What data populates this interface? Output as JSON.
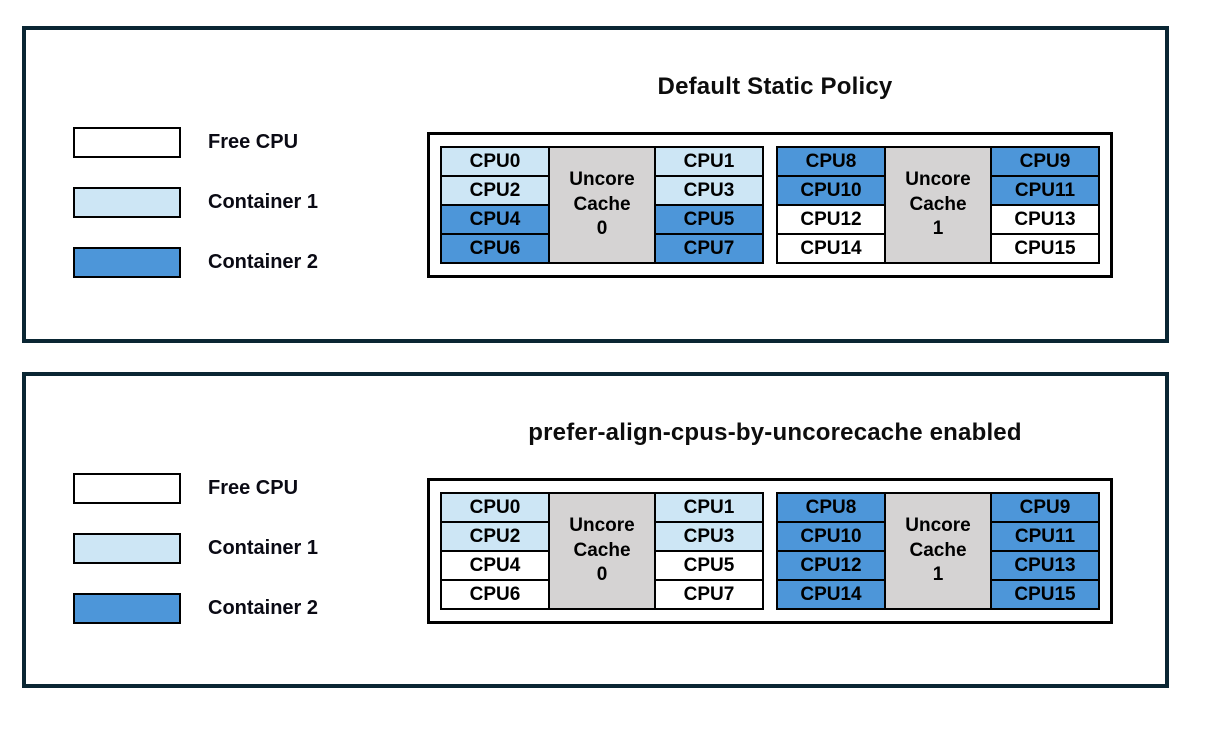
{
  "colors": {
    "free_cpu": "#ffffff",
    "container1": "#cde6f5",
    "container2": "#4d96d9",
    "uncore_cache": "#d5d3d3",
    "panel_border": "#0a2633"
  },
  "legend": {
    "items": [
      {
        "label": "Free CPU",
        "owner": "free"
      },
      {
        "label": "Container 1",
        "owner": "container1"
      },
      {
        "label": "Container 2",
        "owner": "container2"
      }
    ]
  },
  "panels": [
    {
      "title": "Default Static Policy",
      "diagram": {
        "groups": [
          {
            "uncore_lines": [
              "Uncore",
              "Cache",
              "0"
            ],
            "left": [
              {
                "label": "CPU0",
                "owner": "container1"
              },
              {
                "label": "CPU2",
                "owner": "container1"
              },
              {
                "label": "CPU4",
                "owner": "container2"
              },
              {
                "label": "CPU6",
                "owner": "container2"
              }
            ],
            "right": [
              {
                "label": "CPU1",
                "owner": "container1"
              },
              {
                "label": "CPU3",
                "owner": "container1"
              },
              {
                "label": "CPU5",
                "owner": "container2"
              },
              {
                "label": "CPU7",
                "owner": "container2"
              }
            ]
          },
          {
            "uncore_lines": [
              "Uncore",
              "Cache",
              "1"
            ],
            "left": [
              {
                "label": "CPU8",
                "owner": "container2"
              },
              {
                "label": "CPU10",
                "owner": "container2"
              },
              {
                "label": "CPU12",
                "owner": "free"
              },
              {
                "label": "CPU14",
                "owner": "free"
              }
            ],
            "right": [
              {
                "label": "CPU9",
                "owner": "container2"
              },
              {
                "label": "CPU11",
                "owner": "container2"
              },
              {
                "label": "CPU13",
                "owner": "free"
              },
              {
                "label": "CPU15",
                "owner": "free"
              }
            ]
          }
        ]
      }
    },
    {
      "title": "prefer-align-cpus-by-uncorecache enabled",
      "diagram": {
        "groups": [
          {
            "uncore_lines": [
              "Uncore",
              "Cache",
              "0"
            ],
            "left": [
              {
                "label": "CPU0",
                "owner": "container1"
              },
              {
                "label": "CPU2",
                "owner": "container1"
              },
              {
                "label": "CPU4",
                "owner": "free"
              },
              {
                "label": "CPU6",
                "owner": "free"
              }
            ],
            "right": [
              {
                "label": "CPU1",
                "owner": "container1"
              },
              {
                "label": "CPU3",
                "owner": "container1"
              },
              {
                "label": "CPU5",
                "owner": "free"
              },
              {
                "label": "CPU7",
                "owner": "free"
              }
            ]
          },
          {
            "uncore_lines": [
              "Uncore",
              "Cache",
              "1"
            ],
            "left": [
              {
                "label": "CPU8",
                "owner": "container2"
              },
              {
                "label": "CPU10",
                "owner": "container2"
              },
              {
                "label": "CPU12",
                "owner": "container2"
              },
              {
                "label": "CPU14",
                "owner": "container2"
              }
            ],
            "right": [
              {
                "label": "CPU9",
                "owner": "container2"
              },
              {
                "label": "CPU11",
                "owner": "container2"
              },
              {
                "label": "CPU13",
                "owner": "container2"
              },
              {
                "label": "CPU15",
                "owner": "container2"
              }
            ]
          }
        ]
      }
    }
  ]
}
